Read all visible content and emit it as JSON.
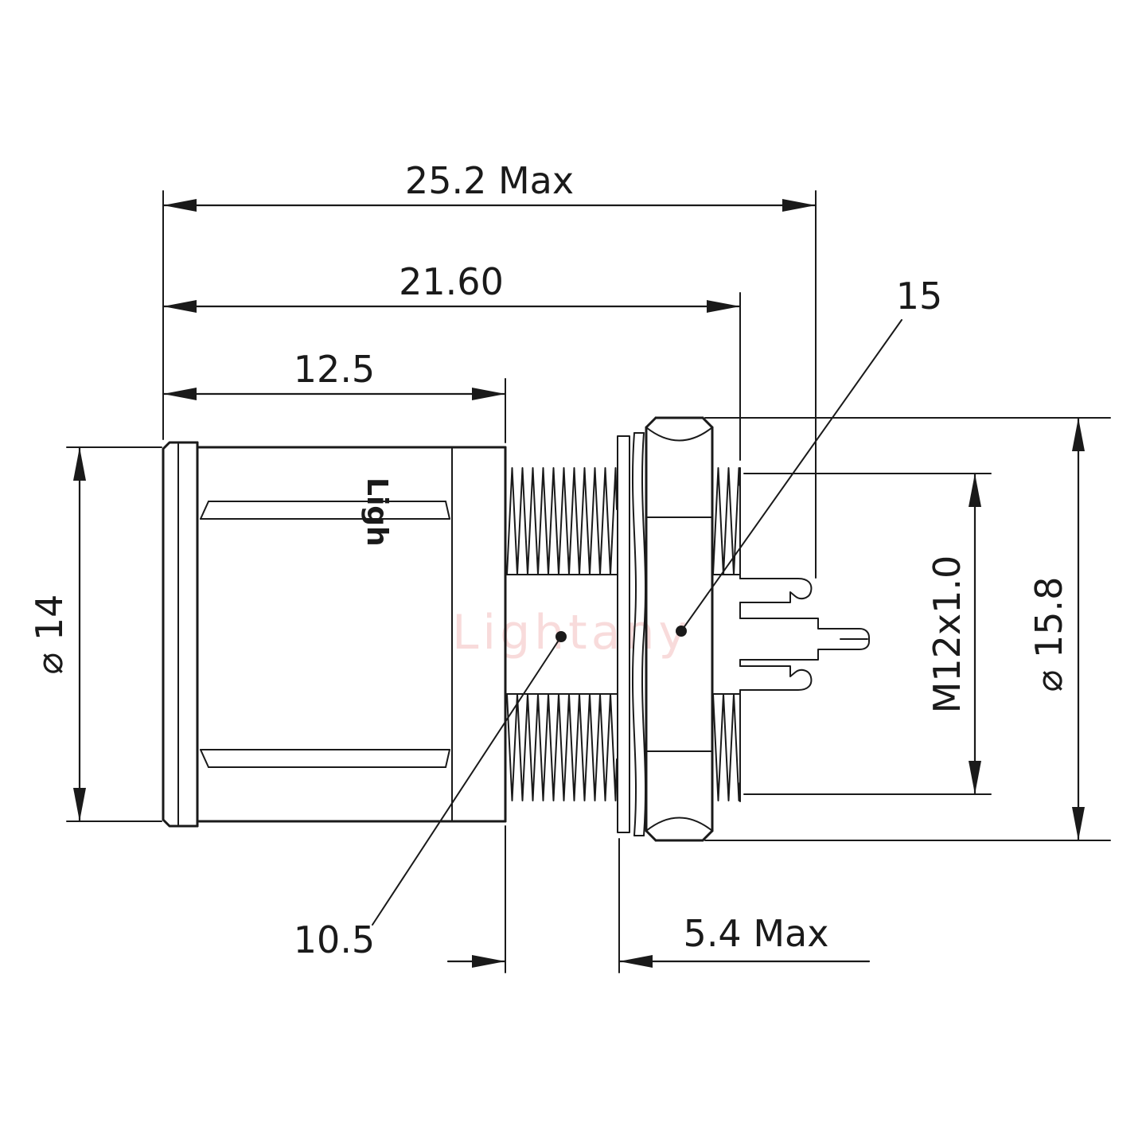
{
  "watermark": {
    "text": "Lightany",
    "color": "#f2b9b9"
  },
  "part_marking": "Ligh",
  "dims": {
    "overall_length": "25.2 Max",
    "body_length": "21.60",
    "front_length": "12.5",
    "hex_flats": "15",
    "front_diameter": "⌀ 14",
    "rear_diameter": "⌀ 15.8",
    "thread_spec": "M12x1.0",
    "shank_length": "10.5",
    "panel_max": "5.4 Max"
  }
}
